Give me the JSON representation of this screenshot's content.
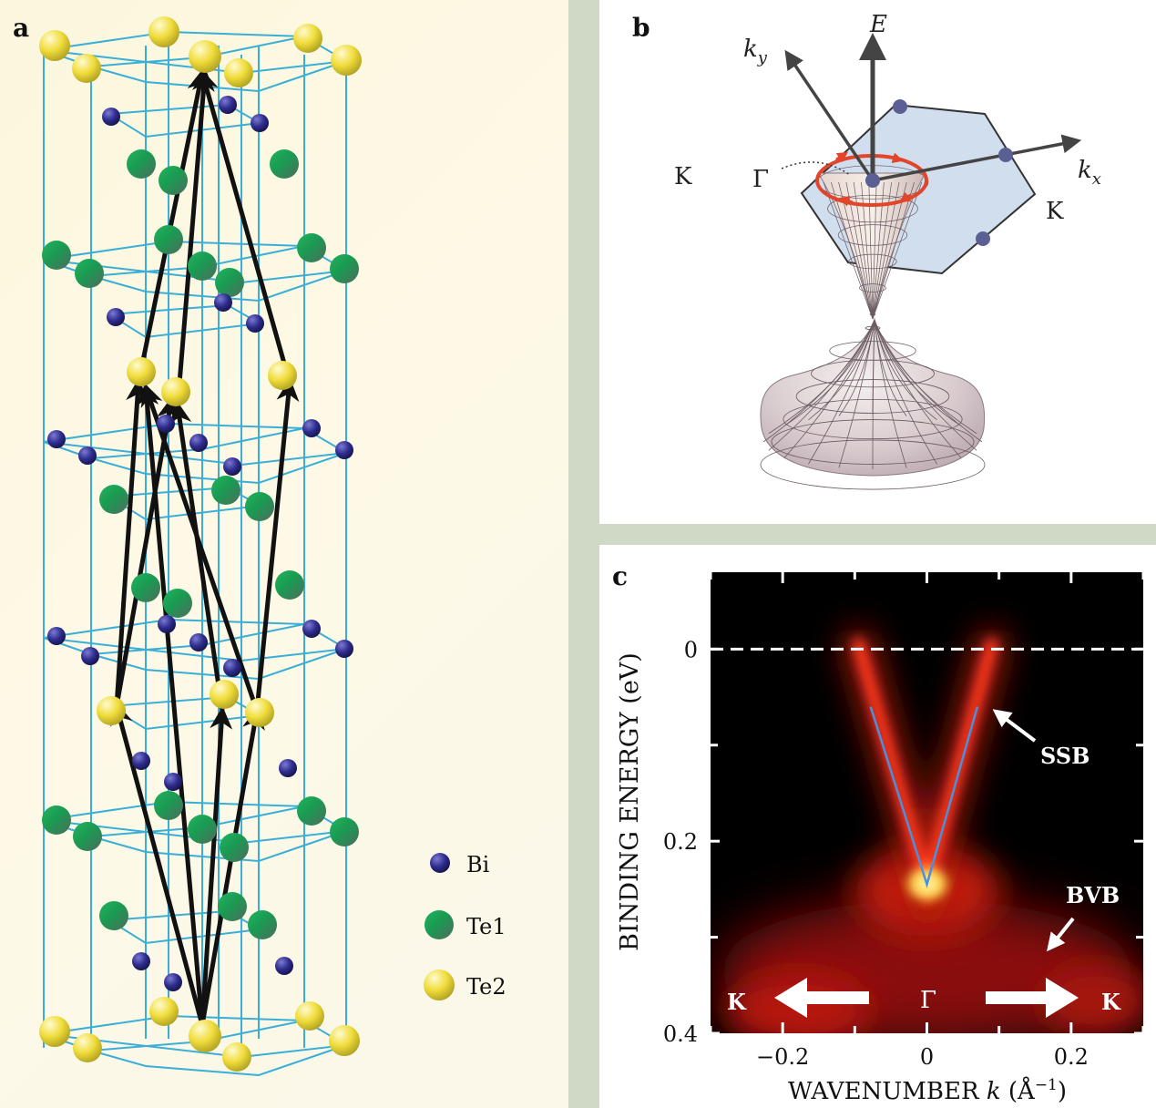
{
  "panel_a": {
    "label": "a",
    "legend": [
      {
        "name": "Bi",
        "color": "#2e2c8c"
      },
      {
        "name": "Te1",
        "color": "#1f9a55"
      },
      {
        "name": "Te2",
        "color": "#e8d640"
      }
    ],
    "colors": {
      "bond": "#3aaed6",
      "arrow": "#111111"
    }
  },
  "panel_b": {
    "label": "b",
    "axis_E": "E",
    "axis_ky": "k",
    "axis_ky_sub": "y",
    "axis_kx": "k",
    "axis_kx_sub": "x",
    "point_gamma": "Γ",
    "point_K_left": "K",
    "point_K_right": "K",
    "colors": {
      "zone": "#c9d8ea",
      "spin_ring": "#e2452a"
    }
  },
  "panel_c": {
    "label": "c",
    "ylabel": "BINDING ENERGY (eV)",
    "xlabel_prefix": "WAVENUMBER ",
    "xlabel_var": "k",
    "xlabel_suffix": " (Å",
    "xlabel_exp": "−1",
    "xlabel_close": ")",
    "xticks": [
      "−0.2",
      "0",
      "0.2"
    ],
    "yticks": [
      "0",
      "0.2",
      "0.4"
    ],
    "annotations": {
      "ssb": "SSB",
      "bvb": "BVB",
      "k_left": "K",
      "gamma": "Γ",
      "k_right": "K"
    },
    "colors": {
      "band": "#ff3a1a",
      "fit_line": "#4a8fe0"
    }
  },
  "chart_data": {
    "type": "heatmap",
    "title": "",
    "xlabel": "WAVENUMBER k (Å⁻¹)",
    "ylabel": "BINDING ENERGY (eV)",
    "xlim": [
      -0.3,
      0.3
    ],
    "ylim": [
      0.4,
      -0.08
    ],
    "y_inverted": true,
    "fermi_level_dashed": 0,
    "dirac_point": {
      "k": 0,
      "E": 0.245
    },
    "surface_band_fit": [
      {
        "k": -0.078,
        "E": 0.06
      },
      {
        "k": 0,
        "E": 0.245
      },
      {
        "k": 0.07,
        "E": 0.06
      }
    ]
  }
}
